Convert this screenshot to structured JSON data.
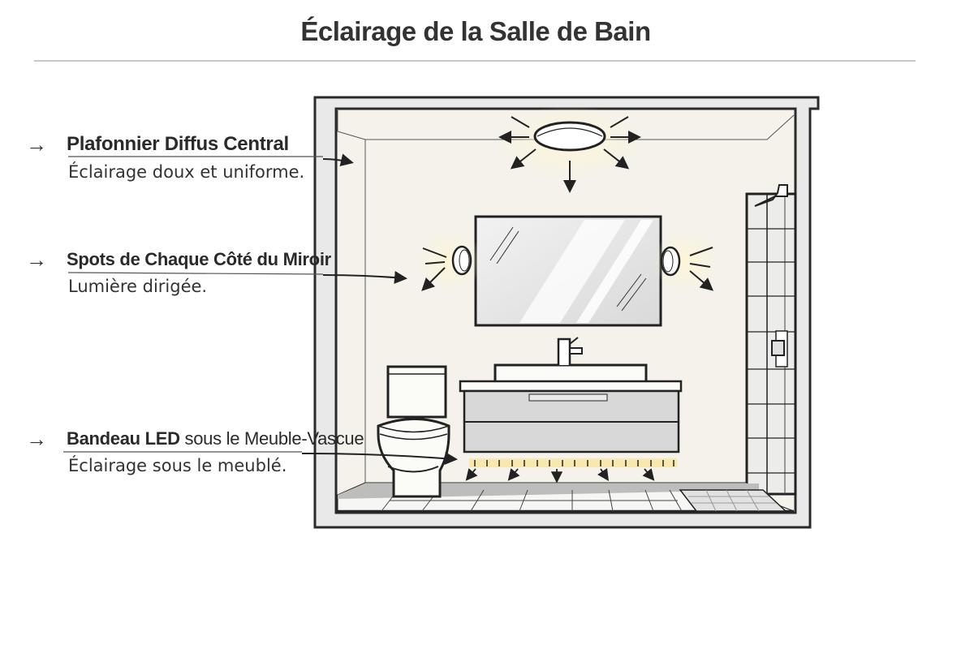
{
  "title": "Éclairage de la Salle de Bain",
  "callouts": [
    {
      "arrow_icon": "→",
      "name": "Plafonnier Diffus Central",
      "description": "Éclairage doux et uniforme."
    },
    {
      "arrow_icon": "→",
      "name": "Spots de Chaque Côté du Miroir",
      "description": "Lumière dirigée."
    },
    {
      "arrow_icon": "→",
      "name_bold": "Bandeau LED",
      "name_rest": " sous le Meuble-Vascue",
      "description": "Éclairage sous le meublé."
    }
  ],
  "colors": {
    "wall": "#f4f2ea",
    "frame": "#e8e8e8",
    "outline": "#2a2a2a",
    "cabinet": "#d8d8d8",
    "led_glow": "#f8e6a8",
    "floor": "#f6f6f4"
  },
  "scene": {
    "elements": [
      "ceiling-light",
      "mirror",
      "left-wall-spot",
      "right-wall-spot",
      "toilet",
      "vanity-cabinet",
      "vessel-sink",
      "faucet",
      "led-strip",
      "shower-wall-tiles",
      "shower-head",
      "shower-valve",
      "shower-drain-grate",
      "floor-tiles"
    ]
  }
}
